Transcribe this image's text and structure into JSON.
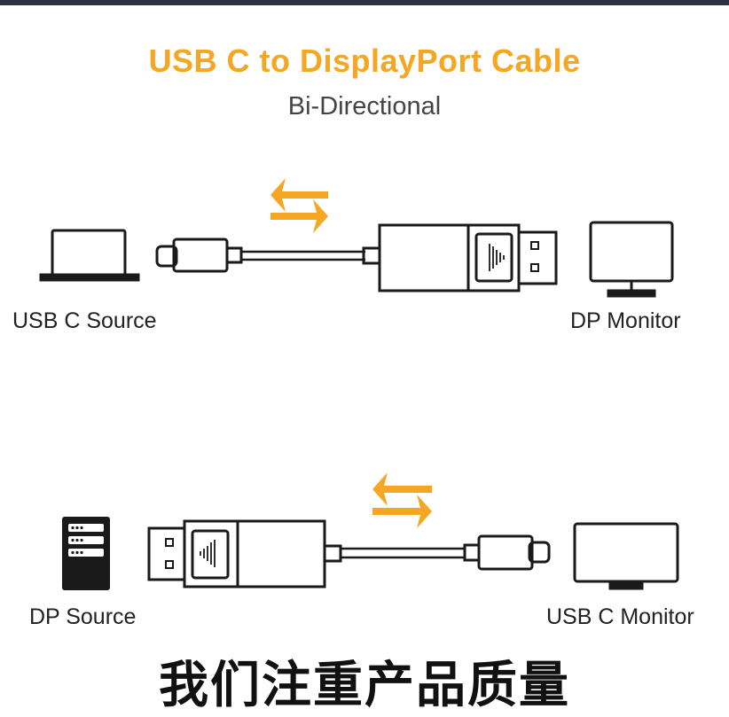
{
  "title": "USB C to DisplayPort Cable",
  "subtitle": "Bi-Directional",
  "top_row": {
    "source_label": "USB C Source",
    "target_label": "DP Monitor",
    "source_icon": "laptop-icon",
    "target_icon": "monitor-icon"
  },
  "bottom_row": {
    "source_label": "DP Source",
    "target_label": "USB C Monitor",
    "source_icon": "server-icon",
    "target_icon": "monitor-icon"
  },
  "footer": "我们注重产品质量",
  "colors": {
    "accent": "#f5a623",
    "line": "#1a1a1a"
  }
}
